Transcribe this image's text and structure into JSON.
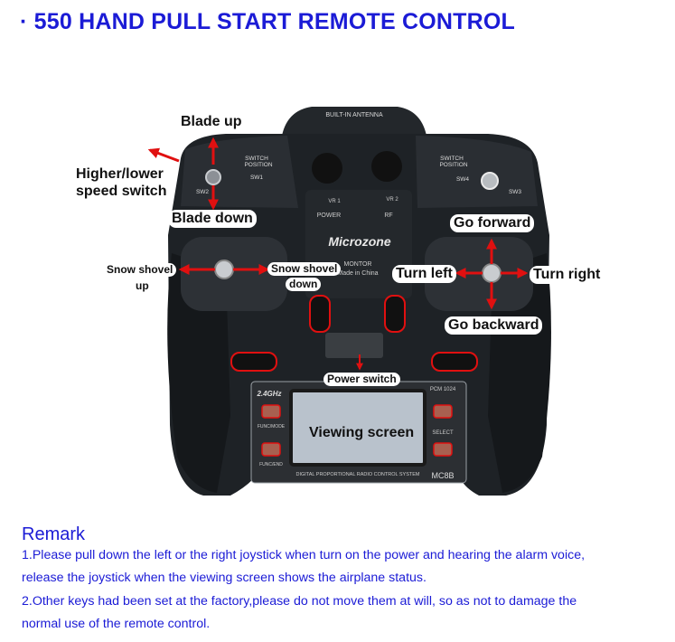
{
  "title": "· 550 HAND PULL START REMOTE CONTROL",
  "device": {
    "antenna_label": "BUILT-IN ANTENNA",
    "brand": "Microzone",
    "monitor_label": "MONTOR",
    "made_in": "Made in China",
    "sw_left_top": "SWITCH",
    "sw_left_bottom": "POSITION",
    "sw1": "SW1",
    "sw2": "SW2",
    "sw_right_top": "SWITCH",
    "sw_right_bottom": "POSITION",
    "sw4": "SW4",
    "sw3": "SW3",
    "vr1": "VR 1",
    "vr2": "VR 2",
    "power": "POWER",
    "rf": "RF",
    "freq": "2.4GHz",
    "pcm": "PCM 1024",
    "func_mode": "FUNC/MODE",
    "func_end": "FUNC/END",
    "select": "SELECT",
    "footer": "DIGITAL PROPORTIONAL RADIO CONTROL SYSTEM",
    "model": "MC8B"
  },
  "annotations": {
    "blade_up": "Blade up",
    "speed_switch_line1": "Higher/lower",
    "speed_switch_line2": "speed switch",
    "blade_down": "Blade down",
    "snow_shovel_up_line1": "Snow shovel",
    "snow_shovel_up_line2": "up",
    "snow_shovel_down_line1": "Snow shovel",
    "snow_shovel_down_line2": "down",
    "go_forward": "Go forward",
    "turn_left": "Turn left",
    "turn_right": "Turn right",
    "go_backward": "Go backward",
    "power_switch": "Power switch",
    "viewing_screen": "Viewing screen"
  },
  "colors": {
    "title": "#1b1bd6",
    "arrow": "#e01010",
    "body": "#1e2226"
  },
  "remark": {
    "title": "Remark",
    "line1": "1.Please pull down the left or the right joystick when turn on the power and hearing the alarm voice,",
    "line2": "release the joystick when the viewing screen shows the airplane status.",
    "line3": "2.Other keys had been set at the factory,please do not move them at will, so as not to damage the",
    "line4": "normal use of the remote control."
  }
}
